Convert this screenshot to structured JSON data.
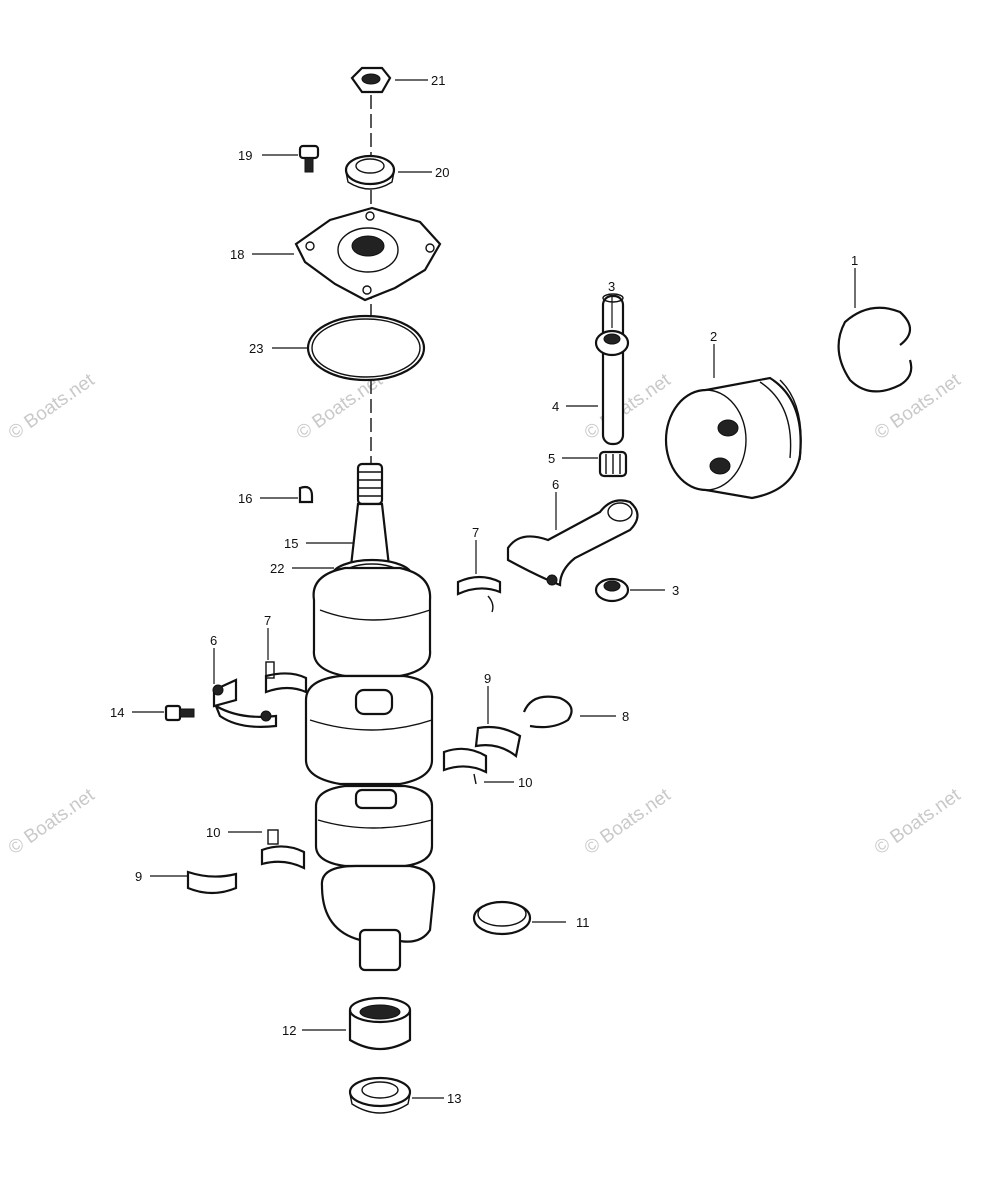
{
  "watermark": "© Boats.net",
  "callouts": {
    "c1": "1",
    "c2": "2",
    "c3a": "3",
    "c3b": "3",
    "c4": "4",
    "c5": "5",
    "c6a": "6",
    "c6b": "6",
    "c7a": "7",
    "c7b": "7",
    "c8": "8",
    "c9a": "9",
    "c9b": "9",
    "c10a": "10",
    "c10b": "10",
    "c11": "11",
    "c12": "12",
    "c13": "13",
    "c14": "14",
    "c15": "15",
    "c16": "16",
    "c18": "18",
    "c19": "19",
    "c20": "20",
    "c21": "21",
    "c22": "22",
    "c23": "23"
  }
}
